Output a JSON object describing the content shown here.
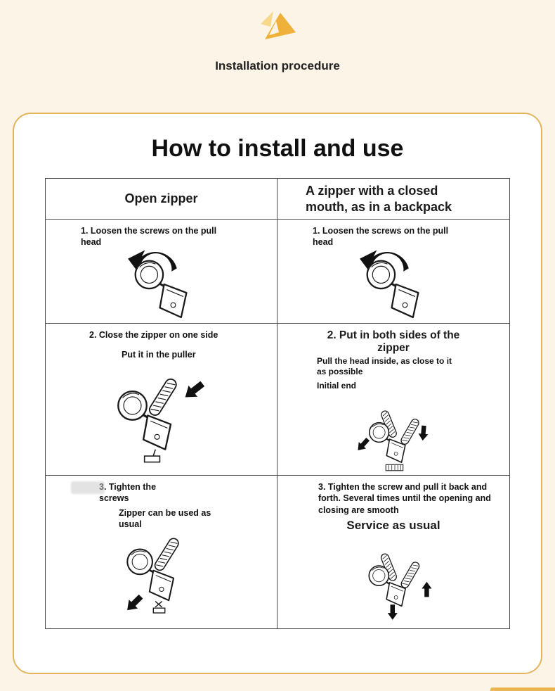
{
  "colors": {
    "background": "#fbf4e7",
    "card_border": "#e3b45c",
    "accent_gold": "#f0b13a",
    "table_border": "#4a4a4a",
    "text": "#1a1a1a"
  },
  "banner": {
    "icon": "gold-triangle-icon",
    "title": "Installation procedure"
  },
  "card": {
    "title": "How to install and use",
    "table": {
      "header_left": "Open zipper",
      "header_right": "A zipper with a closed mouth, as in a backpack",
      "row1": {
        "left_text": "1. Loosen the screws on the pull head",
        "right_text": "1. Loosen the screws on the pull head"
      },
      "row2": {
        "left_step": "2. Close the zipper on one side",
        "left_sub": "Put it in the puller",
        "right_step": "2. Put in both sides of the zipper",
        "right_sub1": "Pull the head inside, as close to it as possible",
        "right_sub2": "Initial end"
      },
      "row3": {
        "left_step": "3. Tighten the screws",
        "left_sub": "Zipper can be used as usual",
        "right_step": "3. Tighten the screw and pull it back and forth. Several times until the opening and closing are smooth",
        "right_sub": "Service as usual"
      }
    }
  }
}
